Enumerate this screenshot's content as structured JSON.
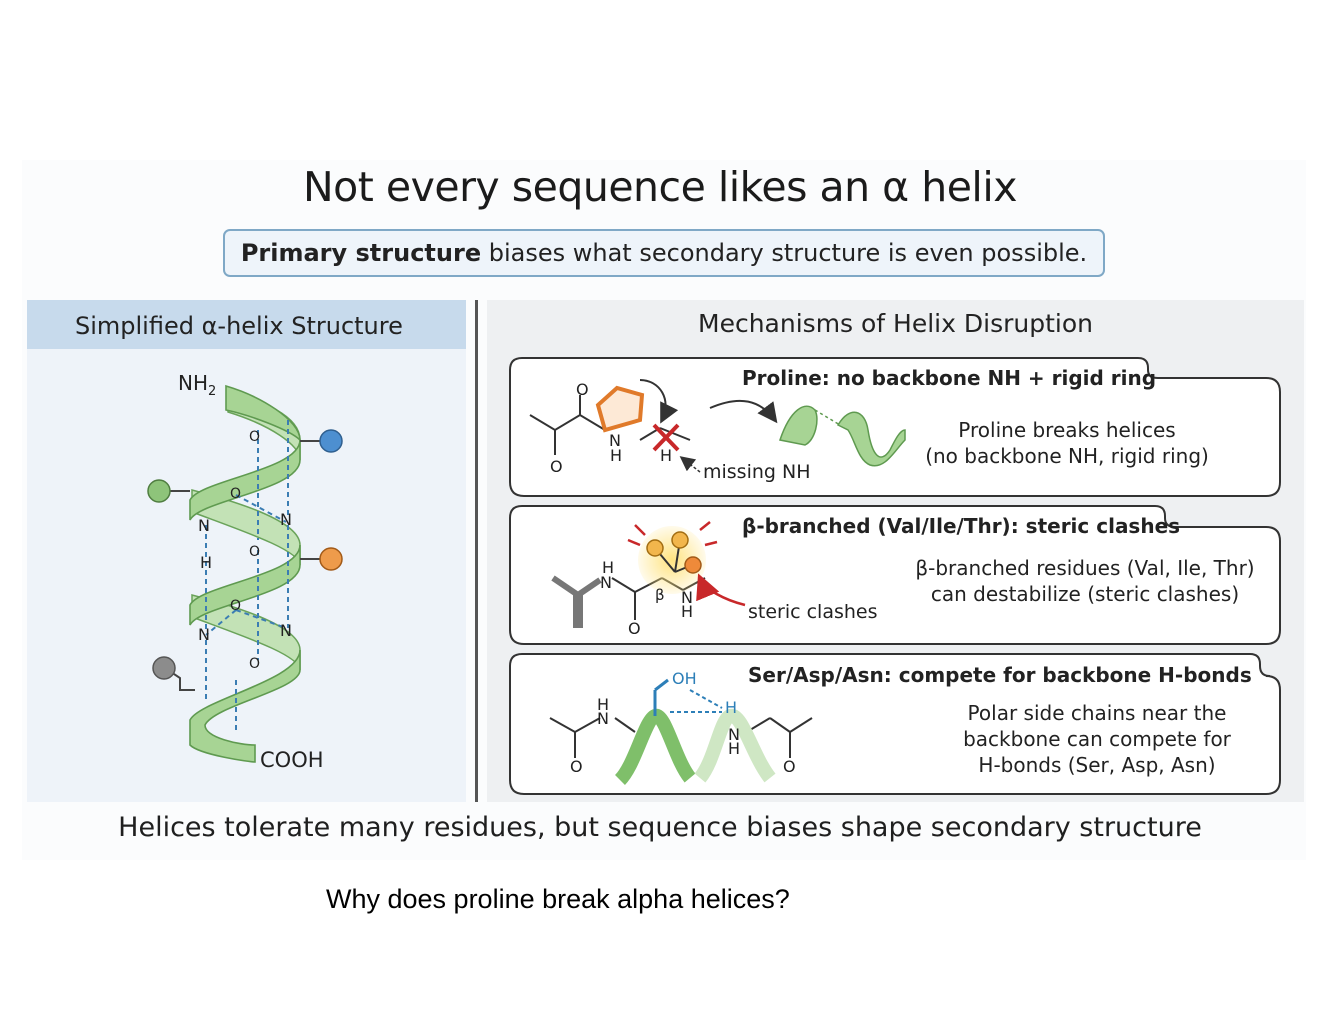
{
  "title": "Not every sequence likes an α helix",
  "subtitle": {
    "bold": "Primary structure",
    "rest": "biases what secondary structure is even possible."
  },
  "left_panel": {
    "heading": "Simplified α-helix Structure",
    "n_terminus": "NH",
    "n_terminus_sub": "2",
    "c_terminus": "COOH",
    "atom_n": "N",
    "atom_o": "O",
    "atom_h": "H"
  },
  "right_panel": {
    "heading": "Mechanisms of Helix Disruption",
    "cards": [
      {
        "heading": "Proline: no backbone NH + rigid ring",
        "desc_lines": [
          "Proline breaks helices",
          "(no backbone NH, rigid ring)"
        ],
        "annotation": "missing NH"
      },
      {
        "heading": "β-branched (Val/Ile/Thr): steric clashes",
        "desc_lines": [
          "β-branched residues (Val, Ile, Thr)",
          "can destabilize (steric clashes)"
        ],
        "annotation": "steric clashes",
        "beta_label": "β"
      },
      {
        "heading": "Ser/Asp/Asn: compete for backbone H-bonds",
        "desc_lines": [
          "Polar side chains near the",
          "backbone can compete for",
          "H-bonds (Ser, Asp, Asn)"
        ],
        "oh_label": "OH"
      }
    ]
  },
  "caption": "Helices tolerate many residues, but sequence biases shape secondary structure",
  "question": "Why does proline break alpha helices?",
  "colors": {
    "helix_green": "#9fcf8c",
    "helix_stroke": "#5f9a50",
    "proline_orange": "#e07a2a",
    "clash_red": "#c8282a",
    "hbond_blue": "#2d7fb8",
    "dot_blue": "#4d8fd0",
    "dot_green": "#8ec47a",
    "dot_orange": "#ee9b4b",
    "dot_gray": "#8c8c8c"
  }
}
